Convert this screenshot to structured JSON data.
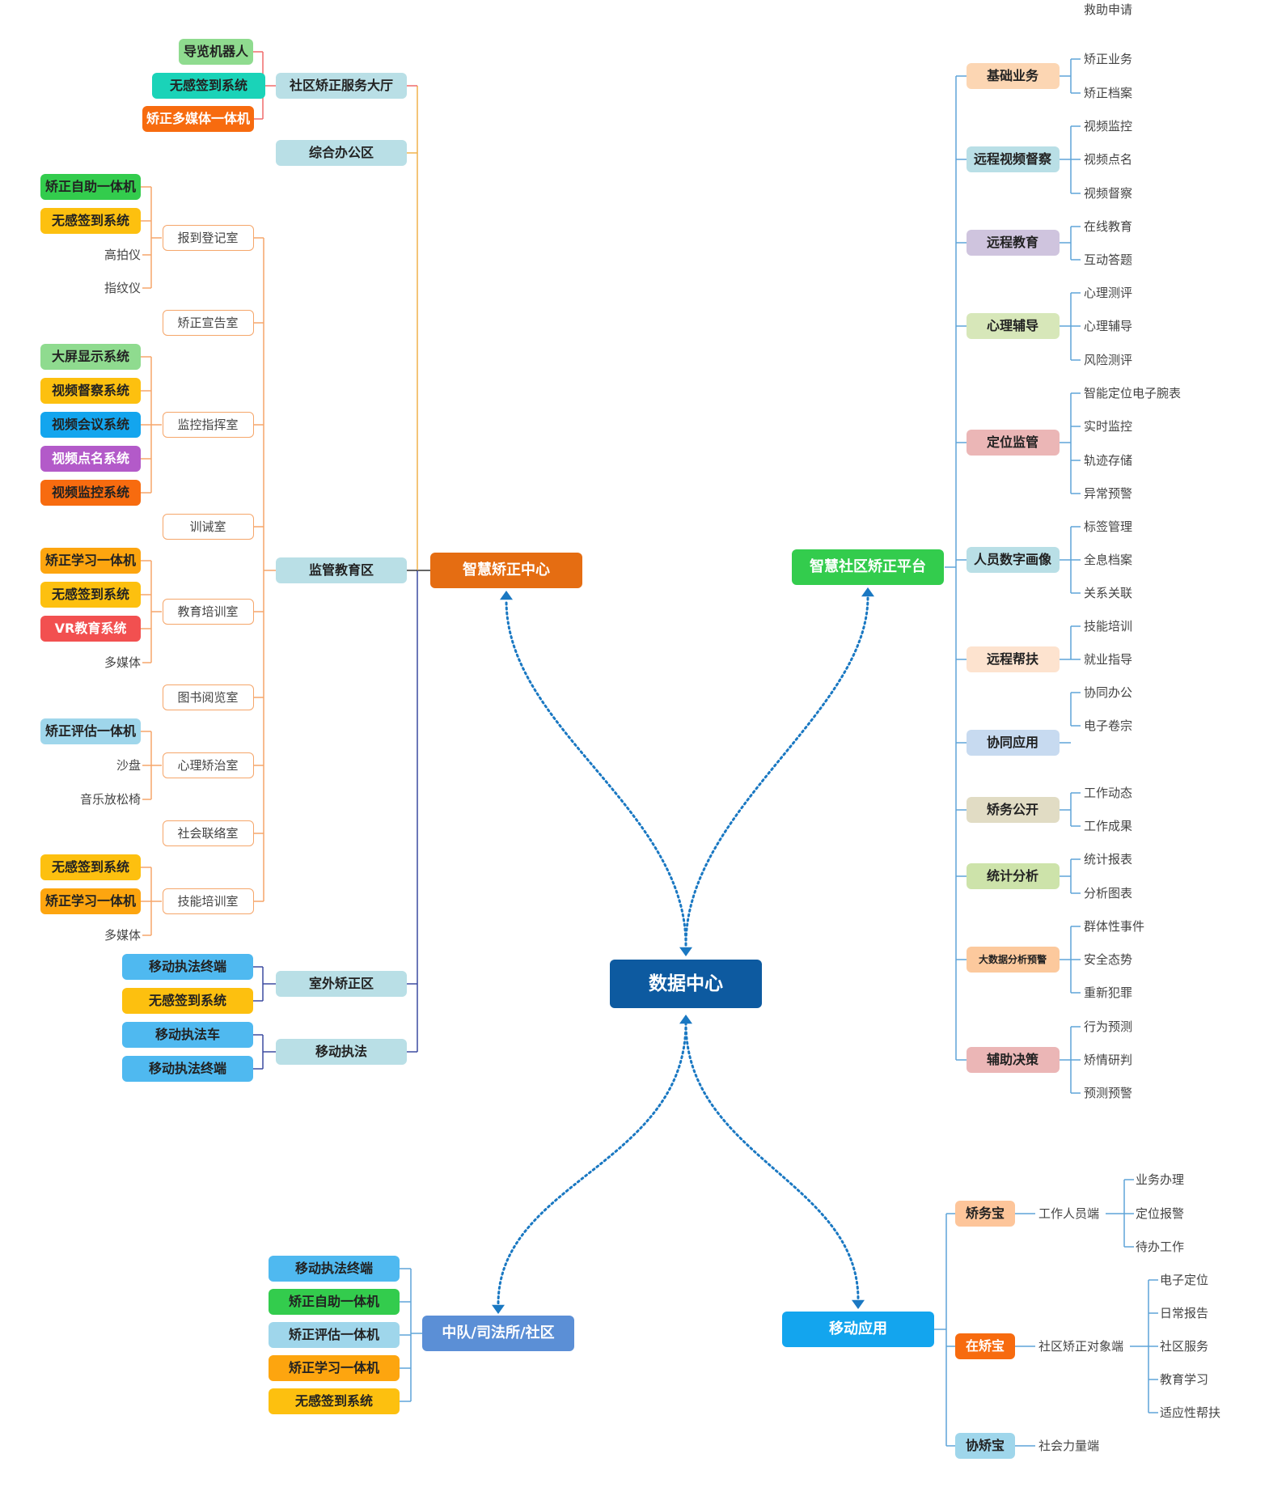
{
  "center": {
    "label": "数据中心",
    "color": "#0d5aa0"
  },
  "hubs": {
    "smart_center": {
      "label": "智慧矫正中心",
      "color": "#e56d12"
    },
    "platform": {
      "label": "智慧社区矫正平台",
      "color": "#33cc4d"
    },
    "team": {
      "label": "中队/司法所/社区",
      "color": "#5b8fd6"
    },
    "mobile": {
      "label": "移动应用",
      "color": "#13a5ee"
    }
  },
  "left_branches": {
    "service_hall": {
      "label": "社区矫正服务大厅",
      "children": [
        "导览机器人",
        "无感签到系统",
        "矫正多媒体一体机"
      ]
    },
    "office": {
      "label": "综合办公区"
    },
    "supervision": {
      "label": "监管教育区",
      "rooms": [
        {
          "label": "报到登记室",
          "children": [
            "矫正自助一体机",
            "无感签到系统",
            "高拍仪",
            "指纹仪"
          ]
        },
        {
          "label": "矫正宣告室",
          "children": []
        },
        {
          "label": "监控指挥室",
          "children": [
            "大屏显示系统",
            "视频督察系统",
            "视频会议系统",
            "视频点名系统",
            "视频监控系统"
          ]
        },
        {
          "label": "训诫室",
          "children": []
        },
        {
          "label": "教育培训室",
          "children": [
            "矫正学习一体机",
            "无感签到系统",
            "VR教育系统",
            "多媒体"
          ]
        },
        {
          "label": "图书阅览室",
          "children": []
        },
        {
          "label": "心理矫治室",
          "children": [
            "矫正评估一体机",
            "沙盘",
            "音乐放松椅"
          ]
        },
        {
          "label": "社会联络室",
          "children": []
        },
        {
          "label": "技能培训室",
          "children": [
            "无感签到系统",
            "矫正学习一体机",
            "多媒体"
          ]
        }
      ]
    },
    "outdoor": {
      "label": "室外矫正区",
      "children": [
        "移动执法终端",
        "无感签到系统"
      ]
    },
    "mobile_law": {
      "label": "移动执法",
      "children": [
        "移动执法车",
        "移动执法终端"
      ]
    }
  },
  "right_branches": [
    {
      "label": "基础业务",
      "children": [
        "矫正业务",
        "矫正档案"
      ]
    },
    {
      "label": "远程视频督察",
      "children": [
        "视频监控",
        "视频点名",
        "视频督察"
      ]
    },
    {
      "label": "远程教育",
      "children": [
        "在线教育",
        "互动答题"
      ]
    },
    {
      "label": "心理辅导",
      "children": [
        "心理测评",
        "心理辅导",
        "风险测评"
      ]
    },
    {
      "label": "定位监管",
      "children": [
        "智能定位电子腕表",
        "实时监控",
        "轨迹存储",
        "异常预警"
      ]
    },
    {
      "label": "人员数字画像",
      "children": [
        "标签管理",
        "全息档案",
        "关系关联"
      ]
    },
    {
      "label": "远程帮扶",
      "children": [
        "技能培训",
        "就业指导",
        "救助申请"
      ]
    },
    {
      "label": "协同应用",
      "children": [
        "协同办公",
        "电子卷宗"
      ]
    },
    {
      "label": "矫务公开",
      "children": [
        "工作动态",
        "工作成果"
      ]
    },
    {
      "label": "统计分析",
      "children": [
        "统计报表",
        "分析图表"
      ]
    },
    {
      "label": "大数据分析预警",
      "children": [
        "群体性事件",
        "安全态势",
        "重新犯罪"
      ]
    },
    {
      "label": "辅助决策",
      "children": [
        "行为预测",
        "矫情研判",
        "预测预警"
      ]
    }
  ],
  "team_children": [
    "移动执法终端",
    "矫正自助一体机",
    "矫正评估一体机",
    "矫正学习一体机",
    "无感签到系统"
  ],
  "mobile_apps": [
    {
      "label": "矫务宝",
      "sub": "工作人员端",
      "children": [
        "业务办理",
        "定位报警",
        "待办工作"
      ]
    },
    {
      "label": "在矫宝",
      "sub": "社区矫正对象端",
      "children": [
        "电子定位",
        "日常报告",
        "社区服务",
        "教育学习",
        "适应性帮扶"
      ]
    },
    {
      "label": "协矫宝",
      "sub": "社会力量端",
      "children": []
    }
  ]
}
